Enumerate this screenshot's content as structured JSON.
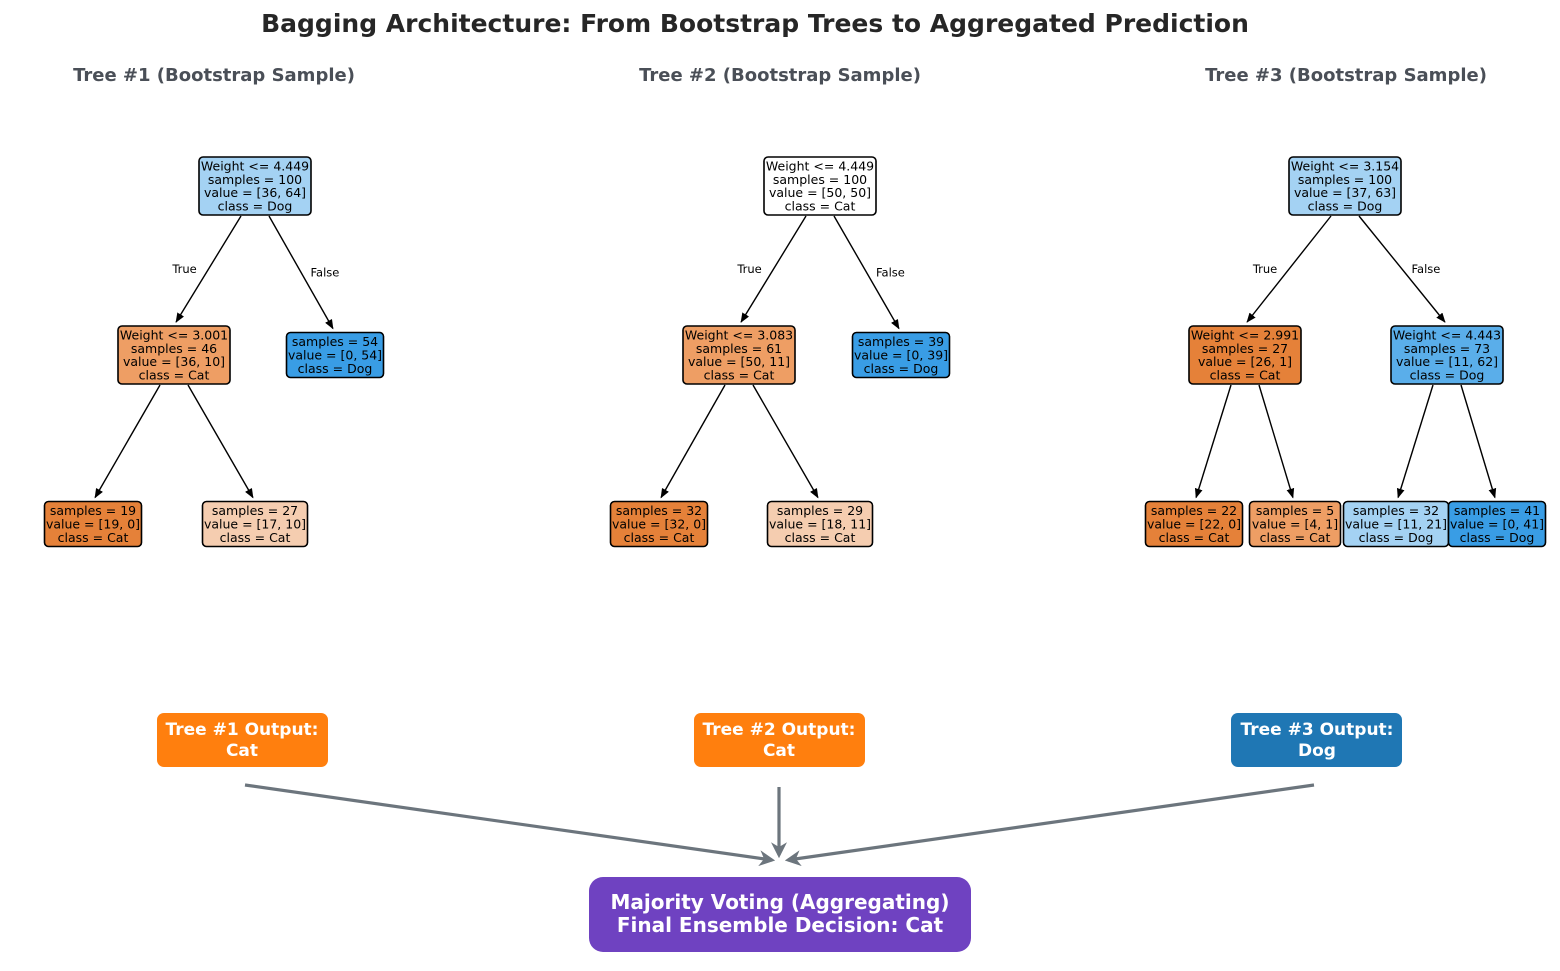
{
  "title": "Bagging Architecture: From Bootstrap Trees to Aggregated Prediction",
  "colors": {
    "cat_dark": "#e58139",
    "cat_mid": "#ee9e64",
    "cat_light": "#f5cdb0",
    "dog_dark": "#399de5",
    "dog_mid": "#5aaeea",
    "dog_light": "#a4d2f3",
    "neutral": "#ffffff",
    "cat_output": "#ff7f0e",
    "dog_output": "#1f77b4",
    "final": "#6f42c1",
    "arrow": "#6c757d"
  },
  "edge_labels": {
    "true": "True",
    "false": "False"
  },
  "trees": [
    {
      "title": "Tree #1 (Bootstrap Sample)",
      "nodes": [
        {
          "id": "n0",
          "lines": [
            "Weight <= 4.449",
            "samples = 100",
            "value = [36, 64]",
            "class = Dog"
          ],
          "fill": "dog_light"
        },
        {
          "id": "n1",
          "lines": [
            "Weight <= 3.001",
            "samples = 46",
            "value = [36, 10]",
            "class = Cat"
          ],
          "fill": "cat_mid"
        },
        {
          "id": "n2",
          "lines": [
            "samples = 54",
            "value = [0, 54]",
            "class = Dog"
          ],
          "fill": "dog_dark"
        },
        {
          "id": "n3",
          "lines": [
            "samples = 19",
            "value = [19, 0]",
            "class = Cat"
          ],
          "fill": "cat_dark"
        },
        {
          "id": "n4",
          "lines": [
            "samples = 27",
            "value = [17, 10]",
            "class = Cat"
          ],
          "fill": "cat_light"
        }
      ],
      "output": {
        "label": "Tree #1 Output:",
        "value": "Cat",
        "fill": "cat_output"
      }
    },
    {
      "title": "Tree #2 (Bootstrap Sample)",
      "nodes": [
        {
          "id": "n0",
          "lines": [
            "Weight <= 4.449",
            "samples = 100",
            "value = [50, 50]",
            "class = Cat"
          ],
          "fill": "neutral"
        },
        {
          "id": "n1",
          "lines": [
            "Weight <= 3.083",
            "samples = 61",
            "value = [50, 11]",
            "class = Cat"
          ],
          "fill": "cat_mid"
        },
        {
          "id": "n2",
          "lines": [
            "samples = 39",
            "value = [0, 39]",
            "class = Dog"
          ],
          "fill": "dog_dark"
        },
        {
          "id": "n3",
          "lines": [
            "samples = 32",
            "value = [32, 0]",
            "class = Cat"
          ],
          "fill": "cat_dark"
        },
        {
          "id": "n4",
          "lines": [
            "samples = 29",
            "value = [18, 11]",
            "class = Cat"
          ],
          "fill": "cat_light"
        }
      ],
      "output": {
        "label": "Tree #2 Output:",
        "value": "Cat",
        "fill": "cat_output"
      }
    },
    {
      "title": "Tree #3 (Bootstrap Sample)",
      "nodes": [
        {
          "id": "n0",
          "lines": [
            "Weight <= 3.154",
            "samples = 100",
            "value = [37, 63]",
            "class = Dog"
          ],
          "fill": "dog_light"
        },
        {
          "id": "n1",
          "lines": [
            "Weight <= 2.991",
            "samples = 27",
            "value = [26, 1]",
            "class = Cat"
          ],
          "fill": "cat_dark"
        },
        {
          "id": "n2",
          "lines": [
            "Weight <= 4.443",
            "samples = 73",
            "value = [11, 62]",
            "class = Dog"
          ],
          "fill": "dog_mid"
        },
        {
          "id": "n3",
          "lines": [
            "samples = 22",
            "value = [22, 0]",
            "class = Cat"
          ],
          "fill": "cat_dark"
        },
        {
          "id": "n4",
          "lines": [
            "samples = 5",
            "value = [4, 1]",
            "class = Cat"
          ],
          "fill": "cat_mid"
        },
        {
          "id": "n5",
          "lines": [
            "samples = 32",
            "value = [11, 21]",
            "class = Dog"
          ],
          "fill": "dog_light"
        },
        {
          "id": "n6",
          "lines": [
            "samples = 41",
            "value = [0, 41]",
            "class = Dog"
          ],
          "fill": "dog_dark"
        }
      ],
      "output": {
        "label": "Tree #3 Output:",
        "value": "Dog",
        "fill": "dog_output"
      }
    }
  ],
  "final": {
    "line1": "Majority Voting (Aggregating)",
    "line2": "Final Ensemble Decision: Cat"
  }
}
